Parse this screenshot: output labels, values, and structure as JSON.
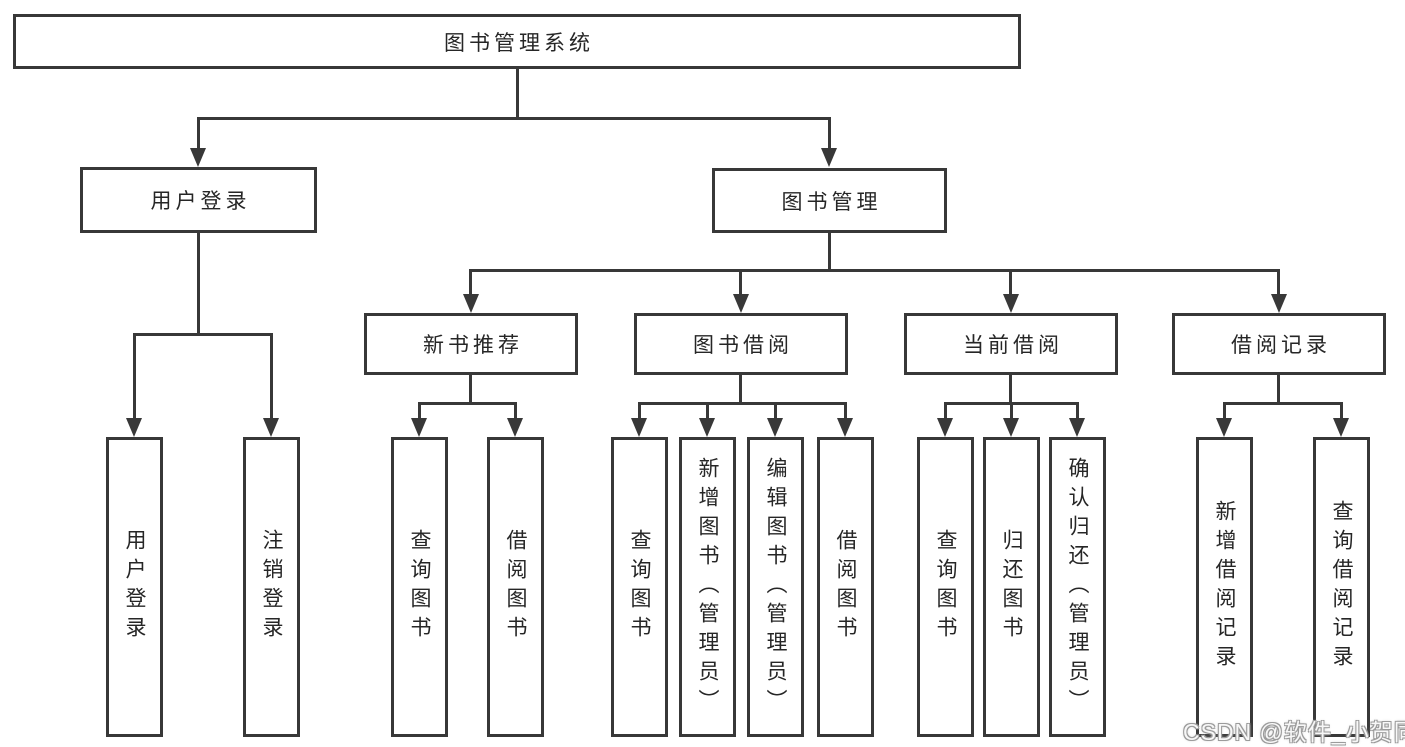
{
  "diagram_type": "hierarchy-tree",
  "tree": {
    "root": {
      "label": "图书管理系统",
      "children": [
        {
          "label": "用户登录",
          "children": [
            {
              "label": "用户登录"
            },
            {
              "label": "注销登录"
            }
          ]
        },
        {
          "label": "图书管理",
          "children": [
            {
              "label": "新书推荐",
              "children": [
                {
                  "label": "查询图书"
                },
                {
                  "label": "借阅图书"
                }
              ]
            },
            {
              "label": "图书借阅",
              "children": [
                {
                  "label": "查询图书"
                },
                {
                  "label": "新增图书（管理员）"
                },
                {
                  "label": "编辑图书（管理员）"
                },
                {
                  "label": "借阅图书"
                }
              ]
            },
            {
              "label": "当前借阅",
              "children": [
                {
                  "label": "查询图书"
                },
                {
                  "label": "归还图书"
                },
                {
                  "label": "确认归还（管理员）"
                }
              ]
            },
            {
              "label": "借阅记录",
              "children": [
                {
                  "label": "新增借阅记录"
                },
                {
                  "label": "查询借阅记录"
                }
              ]
            }
          ]
        }
      ]
    }
  },
  "watermark": {
    "text": "CSDN @软件_小贺同学"
  },
  "colors": {
    "line": "#383838",
    "text": "#262626",
    "background": "#ffffff",
    "watermark_outline": "#9b9b9b"
  }
}
